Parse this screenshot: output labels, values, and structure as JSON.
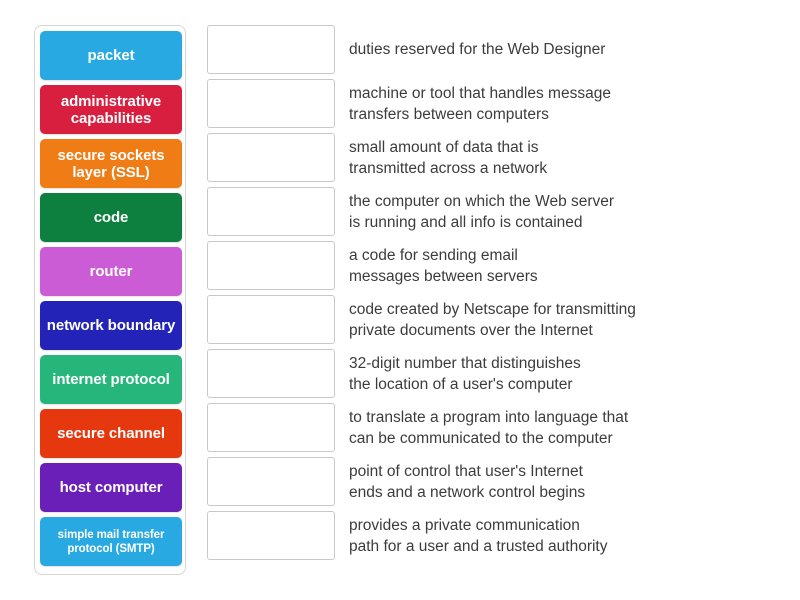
{
  "activity": {
    "type": "match-up",
    "tile_count": 10,
    "row_count": 10
  },
  "tiles": [
    {
      "label": "packet",
      "color": "#29A9E1",
      "size": "normal"
    },
    {
      "label": "administrative capabilities",
      "color": "#D81F3F",
      "size": "normal"
    },
    {
      "label": "secure sockets layer (SSL)",
      "color": "#F07C16",
      "size": "normal"
    },
    {
      "label": "code",
      "color": "#0D8040",
      "size": "normal"
    },
    {
      "label": "router",
      "color": "#CC5BD6",
      "size": "normal"
    },
    {
      "label": "network boundary",
      "color": "#2323B8",
      "size": "normal"
    },
    {
      "label": "internet protocol",
      "color": "#26B67C",
      "size": "normal"
    },
    {
      "label": "secure channel",
      "color": "#E6380F",
      "size": "normal"
    },
    {
      "label": "host computer",
      "color": "#6A1FB8",
      "size": "normal"
    },
    {
      "label": "simple mail transfer protocol (SMTP)",
      "color": "#29A9E1",
      "size": "small"
    }
  ],
  "rows": [
    {
      "dropzone_value": "",
      "definition": "duties reserved for the Web Designer"
    },
    {
      "dropzone_value": "",
      "definition": "machine or tool that handles message\ntransfers between computers"
    },
    {
      "dropzone_value": "",
      "definition": "small amount of data that is\ntransmitted across a network"
    },
    {
      "dropzone_value": "",
      "definition": "the computer on which the Web server\nis running and all info is contained"
    },
    {
      "dropzone_value": "",
      "definition": "a code for sending email\nmessages between servers"
    },
    {
      "dropzone_value": "",
      "definition": "code created by Netscape for transmitting\nprivate documents over the Internet"
    },
    {
      "dropzone_value": "",
      "definition": "32-digit number that distinguishes\nthe location of a user's computer"
    },
    {
      "dropzone_value": "",
      "definition": "to translate a program into language that\ncan be communicated to the computer"
    },
    {
      "dropzone_value": "",
      "definition": "point of control that user's Internet\nends and a network control begins"
    },
    {
      "dropzone_value": "",
      "definition": "provides a private communication\npath for a user and a trusted authority"
    }
  ],
  "colors": {
    "page_background": "#FFFFFF",
    "panel_border": "#D6D6D6",
    "dropzone_border": "#C9C9C9",
    "definition_text": "#3C3C3C",
    "tile_text": "#FFFFFF"
  }
}
